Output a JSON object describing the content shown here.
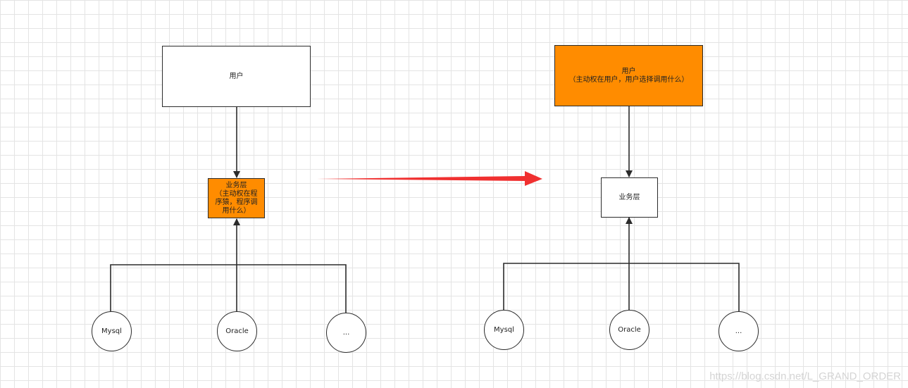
{
  "diagram": {
    "left": {
      "user_box": {
        "label": "用户"
      },
      "service_box": {
        "lines": [
          "业务层",
          "（主动权在程",
          "序猿，程序调",
          "用什么）"
        ]
      },
      "db_nodes": [
        {
          "label": "Mysql"
        },
        {
          "label": "Oracle"
        },
        {
          "label": "..."
        }
      ]
    },
    "right": {
      "user_box": {
        "lines": [
          "用户",
          "（主动权在用户，用户选择调用什么）"
        ]
      },
      "service_box": {
        "label": "业务层"
      },
      "db_nodes": [
        {
          "label": "Mysql"
        },
        {
          "label": "Oracle"
        },
        {
          "label": "..."
        }
      ]
    },
    "colors": {
      "orange_fill": "#ff8c00",
      "white_fill": "#ffffff",
      "stroke": "#2b2b2b",
      "transition_arrow": "#f03030"
    }
  },
  "watermark": "https://blog.csdn.net/L_GRAND_ORDER"
}
